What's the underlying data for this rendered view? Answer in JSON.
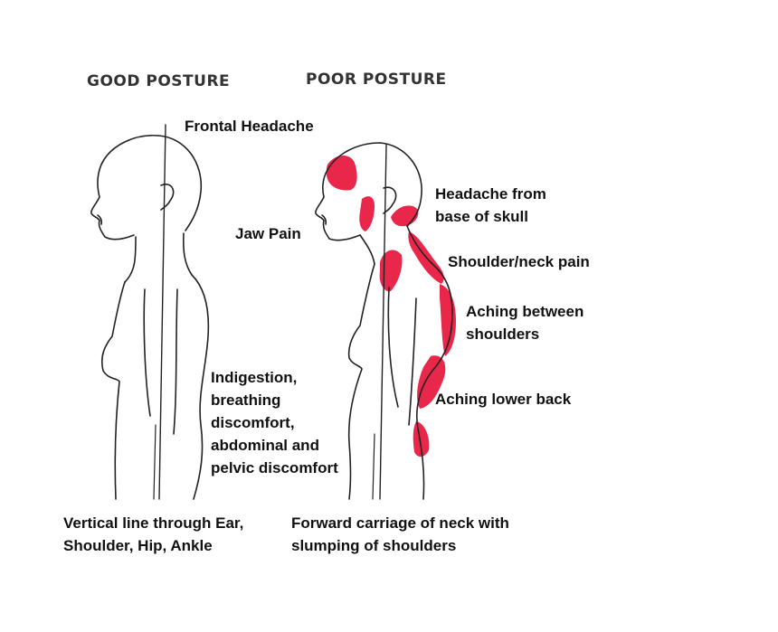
{
  "headers": {
    "good": "GOOD POSTURE",
    "poor": "POOR POSTURE"
  },
  "labels": {
    "frontal_headache": "Frontal Headache",
    "jaw_pain": "Jaw Pain",
    "headache_skull": [
      "Headache from",
      "base of skull"
    ],
    "shoulder_neck": "Shoulder/neck pain",
    "aching_shoulders": [
      "Aching between",
      "shoulders"
    ],
    "aching_lower_back": "Aching lower back",
    "indigestion": [
      "Indigestion,",
      "breathing",
      "discomfort,",
      "abdominal and",
      "pelvic discomfort"
    ],
    "good_caption": [
      "Vertical line through Ear,",
      "Shoulder, Hip, Ankle"
    ],
    "poor_caption": [
      "Forward carriage of neck with",
      "slumping of shoulders"
    ]
  },
  "colors": {
    "pain": "#e8274b",
    "line": "#222222"
  }
}
